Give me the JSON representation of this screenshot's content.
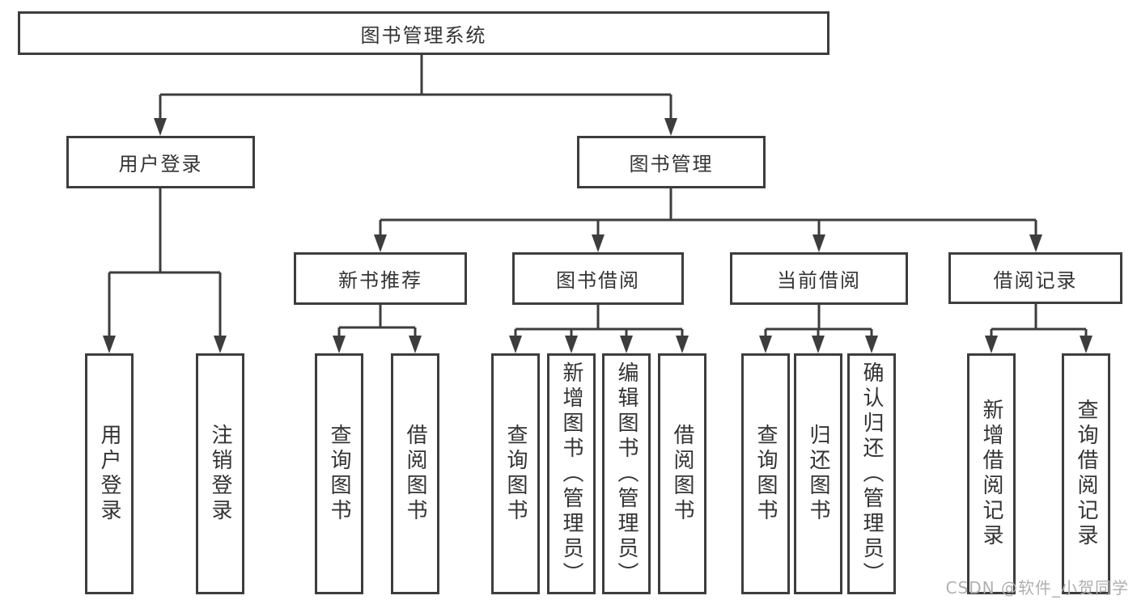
{
  "diagram": {
    "root": {
      "label": "图书管理系统"
    },
    "branches": [
      {
        "label": "用户登录",
        "children": [
          "用户登录",
          "注销登录"
        ]
      },
      {
        "label": "图书管理",
        "children": [
          {
            "label": "新书推荐",
            "children": [
              "查询图书",
              "借阅图书"
            ]
          },
          {
            "label": "图书借阅",
            "children": [
              "查询图书",
              "新增图书（管理员）",
              "编辑图书（管理员）",
              "借阅图书"
            ]
          },
          {
            "label": "当前借阅",
            "children": [
              "查询图书",
              "归还图书",
              "确认归还（管理员）"
            ]
          },
          {
            "label": "借阅记录",
            "children": [
              "新增借阅记录",
              "查询借阅记录"
            ]
          }
        ]
      }
    ]
  },
  "watermark": {
    "text": "CSDN @软件_小贺同学",
    "color": "#b0b0b0"
  },
  "colors": {
    "line": "#3d3d3d",
    "box_border": "#3d3d3d",
    "box_background": "#ffffff",
    "text": "#333333",
    "page_background": "#ffffff"
  }
}
